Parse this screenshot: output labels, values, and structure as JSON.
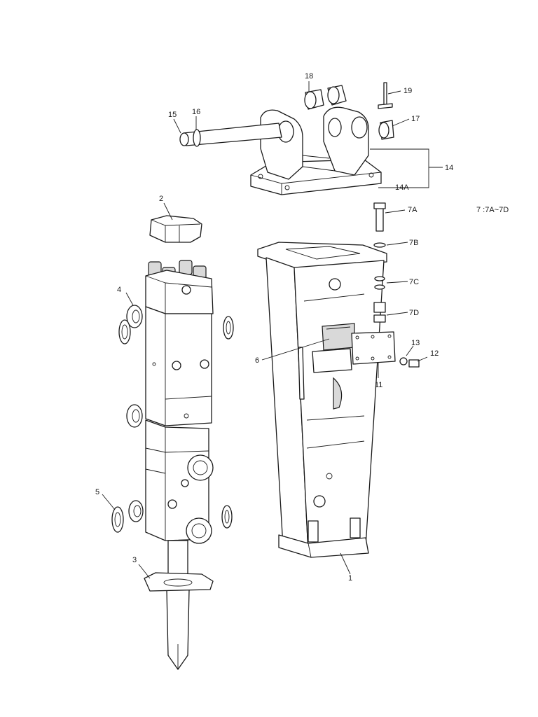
{
  "callouts": {
    "c1": "1",
    "c2": "2",
    "c3": "3",
    "c4": "4",
    "c5": "5",
    "c6": "6",
    "c7a": "7A",
    "c7b": "7B",
    "c7c": "7C",
    "c7d": "7D",
    "c11": "11",
    "c12": "12",
    "c13": "13",
    "c14": "14",
    "c14a": "14A",
    "c15": "15",
    "c16": "16",
    "c17": "17",
    "c18": "18",
    "c19": "19"
  },
  "note": "7 :7A~7D"
}
